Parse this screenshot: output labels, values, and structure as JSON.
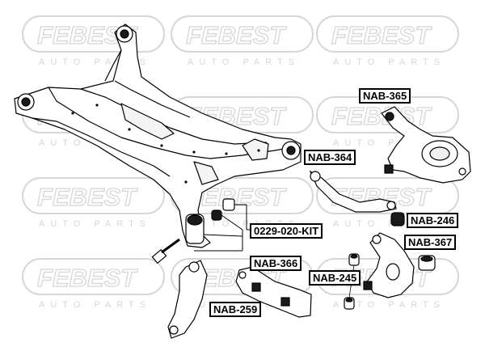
{
  "watermark": {
    "brand": "FEBEST",
    "tagline": "AUTO PARTS",
    "color": "#d6d6d6"
  },
  "colors": {
    "line": "#000000",
    "part_fill": "#ffffff",
    "bushing_fill": "#1a1a1a"
  },
  "labels": {
    "nab365": "NAB-365",
    "nab364": "NAB-364",
    "nab246": "NAB-246",
    "kit": "0229-020-KIT",
    "nab367": "NAB-367",
    "nab366": "NAB-366",
    "nab245": "NAB-245",
    "nab259": "NAB-259"
  }
}
